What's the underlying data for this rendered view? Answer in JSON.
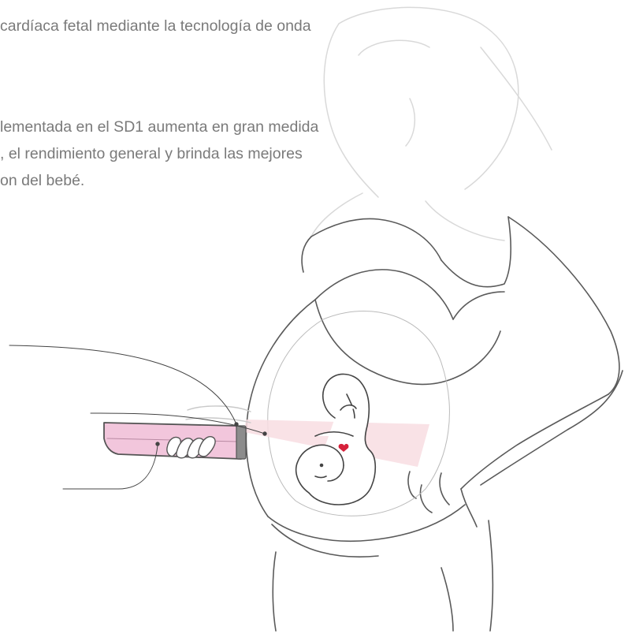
{
  "text": {
    "paragraph_1": [
      "cardíaca fetal mediante la tecnología de onda"
    ],
    "paragraph_2": [
      "lementada en el SD1 aumenta en gran medida",
      ", el rendimiento general y brinda las mejores",
      "on del bebé."
    ]
  },
  "colors": {
    "text": "#7a7a7a",
    "line": "#5a5a5a",
    "faded_line": "#d8d8d8",
    "device": "#f2c6dc",
    "beam": "#f8dde2",
    "heart": "#d6213b"
  },
  "illustration": {
    "subject": "pregnant-woman",
    "device": "fetal-doppler-probe",
    "icons": [
      "fetus-icon",
      "heart-icon"
    ]
  }
}
